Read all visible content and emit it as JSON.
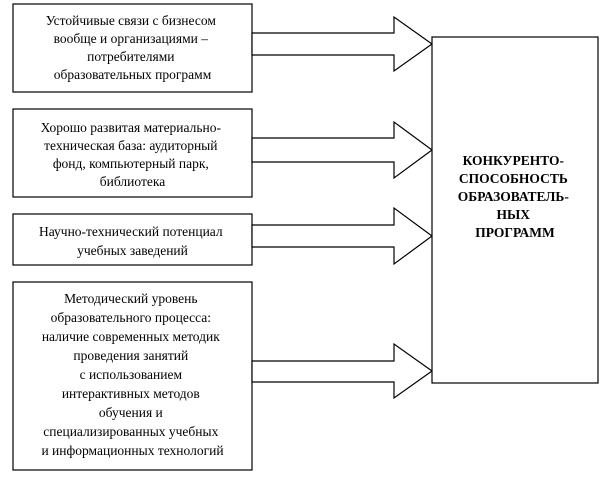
{
  "factors": [
    {
      "lines": [
        "Устойчивые связи с бизнесом",
        "вообще и организациями –",
        "потребителями",
        "образовательных программ"
      ]
    },
    {
      "lines": [
        "Хорошо развитая материально-",
        "техническая база: аудиторный",
        "фонд, компьютерный парк,",
        "библиотека"
      ]
    },
    {
      "lines": [
        "Научно-технический потенциал",
        "учебных заведений"
      ]
    },
    {
      "lines": [
        "Методический уровень",
        "образовательного процесса:",
        "наличие современных методик",
        "проведения занятий",
        "с использованием",
        "интерактивных методов",
        "обучения и",
        "специализированных учебных",
        "и информационных технологий"
      ]
    }
  ],
  "result": {
    "lines": [
      "КОНКУРЕНТО-",
      "СПОСОБНОСТЬ",
      "ОБРАЗОВАТЕЛЬ-",
      "НЫХ",
      "ПРОГРАММ"
    ]
  }
}
